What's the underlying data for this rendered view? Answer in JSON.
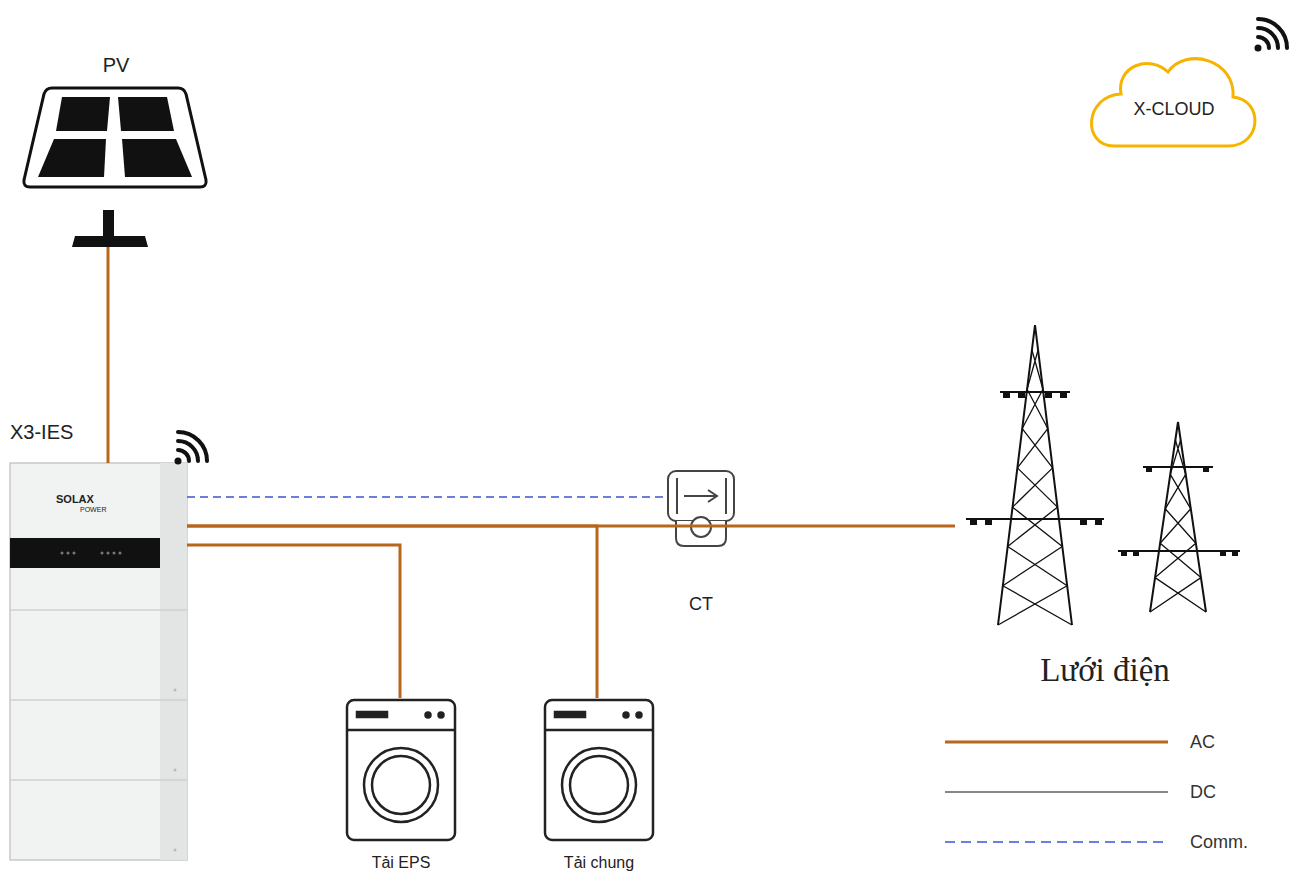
{
  "diagram": {
    "nodes": [
      {
        "text": [
          "PV"
        ]
      },
      {
        "text": [
          "X-CLOUD"
        ]
      },
      {
        "text": [
          "X3-IES",
          "SOLAX",
          "POWER"
        ]
      },
      {
        "text": [
          "CT"
        ]
      },
      {
        "text": [
          "Lưới điện"
        ]
      },
      {
        "text": [
          "Tải EPS"
        ]
      },
      {
        "text": [
          "Tải chung"
        ]
      }
    ],
    "edges": [
      {
        "from": 0,
        "to": 2,
        "arrow": "none"
      },
      {
        "from": 2,
        "to": 5,
        "arrow": "none"
      },
      {
        "from": 2,
        "to": 3,
        "arrow": "none"
      },
      {
        "from": 2,
        "to": 4,
        "arrow": "none"
      },
      {
        "from": 2,
        "to": 6,
        "arrow": "none"
      }
    ],
    "legend": [
      {
        "text": "AC"
      },
      {
        "text": "DC"
      },
      {
        "text": "Comm."
      }
    ]
  }
}
